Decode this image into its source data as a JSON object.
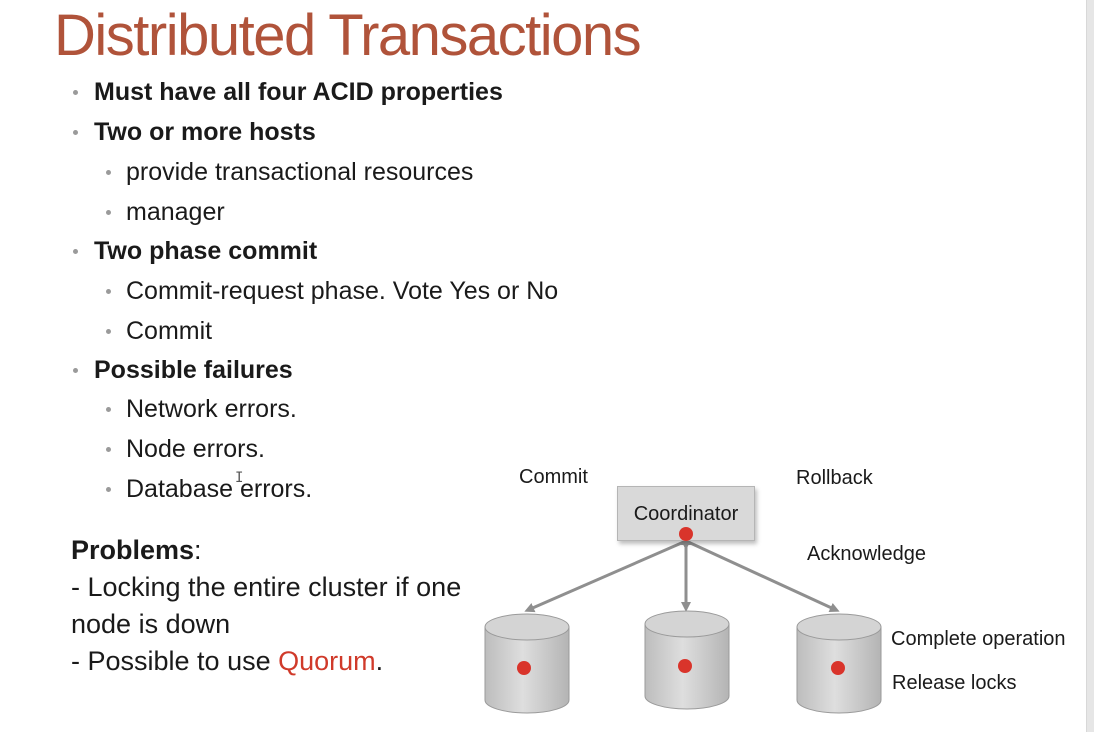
{
  "slide": {
    "title": "Distributed Transactions",
    "bullets": [
      {
        "text": "Must have all four ACID properties",
        "level": 1
      },
      {
        "text": "Two or more hosts",
        "level": 1
      },
      {
        "text": "provide transactional resources",
        "level": 2
      },
      {
        "text": "manager",
        "level": 2
      },
      {
        "text": "Two phase commit",
        "level": 1
      },
      {
        "text": "Commit-request phase. Vote Yes or No",
        "level": 2
      },
      {
        "text": "Commit",
        "level": 2
      },
      {
        "text": "Possible failures",
        "level": 1
      },
      {
        "text": "Network errors.",
        "level": 2
      },
      {
        "text": "Node errors.",
        "level": 2
      },
      {
        "text": "Database errors.",
        "level": 2
      }
    ],
    "problems": {
      "title": "Problems",
      "colon": ":",
      "line1": "- Locking the entire cluster if one",
      "line2": "node is down",
      "line3_prefix": "- Possible to use ",
      "line3_highlight": "Quorum",
      "line3_suffix": "."
    }
  },
  "diagram": {
    "coordinator_label": "Coordinator",
    "commit_label": "Commit",
    "rollback_label": "Rollback",
    "acknowledge_label": "Acknowledge",
    "complete_label": "Complete operation",
    "release_label": "Release locks"
  },
  "colors": {
    "title": "#b0533a",
    "highlight": "#d03a2a",
    "node_dot": "#d9342b",
    "bullet_dot": "#9a9a9a"
  }
}
